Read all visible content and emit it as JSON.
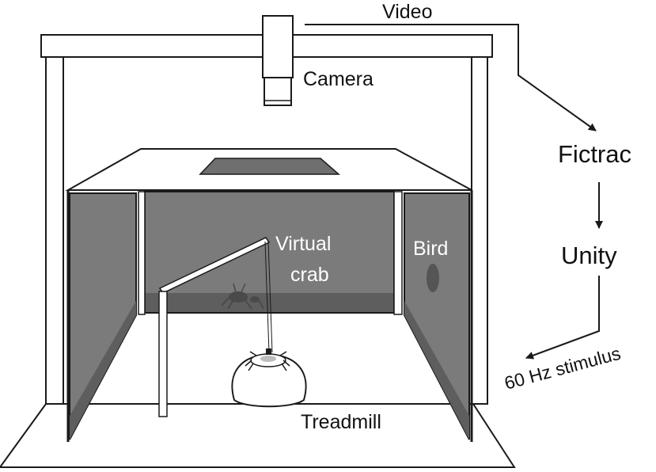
{
  "labels": {
    "video": "Video",
    "camera": "Camera",
    "fictrac": "Fictrac",
    "unity": "Unity",
    "stimulus": "60 Hz stimulus",
    "virtual": "Virtual",
    "crab": "crab",
    "bird": "Bird",
    "treadmill": "Treadmill"
  },
  "colors": {
    "outline": "#1a1a1a",
    "screen": "#7a7a7a",
    "screen_floor": "#5e5e5e",
    "background": "#ffffff",
    "bird_dot": "#555555"
  }
}
